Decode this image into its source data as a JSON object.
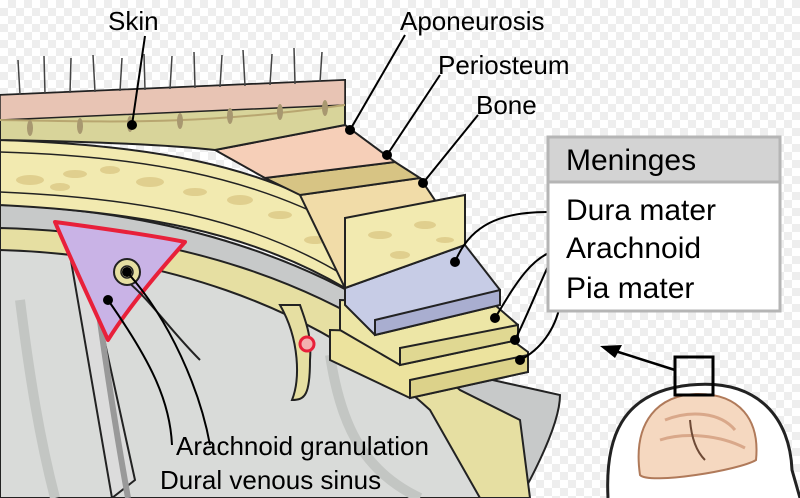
{
  "labels": {
    "skin": "Skin",
    "aponeurosis": "Aponeurosis",
    "periosteum": "Periosteum",
    "bone": "Bone",
    "arachnoid_granulation": "Arachnoid granulation",
    "dural_venous_sinus": "Dural venous sinus"
  },
  "meninges": {
    "title": "Meninges",
    "items": [
      "Dura mater",
      "Arachnoid",
      "Pia mater"
    ]
  },
  "colors": {
    "skin_top": "#e8c4b4",
    "skin_side": "#d8d49a",
    "aponeurosis": "#f6cfb8",
    "periosteum": "#f1dca8",
    "bone": "#f2eab0",
    "dura": "#c7cce6",
    "arachnoid": "#ede6a6",
    "pia": "#ece39e",
    "brain": "#d9dbd9",
    "sinus": "#c9b3e6",
    "sinus_outline": "#e8203a",
    "box_header": "#d3d3d3",
    "box_border": "#b5b5b5"
  }
}
